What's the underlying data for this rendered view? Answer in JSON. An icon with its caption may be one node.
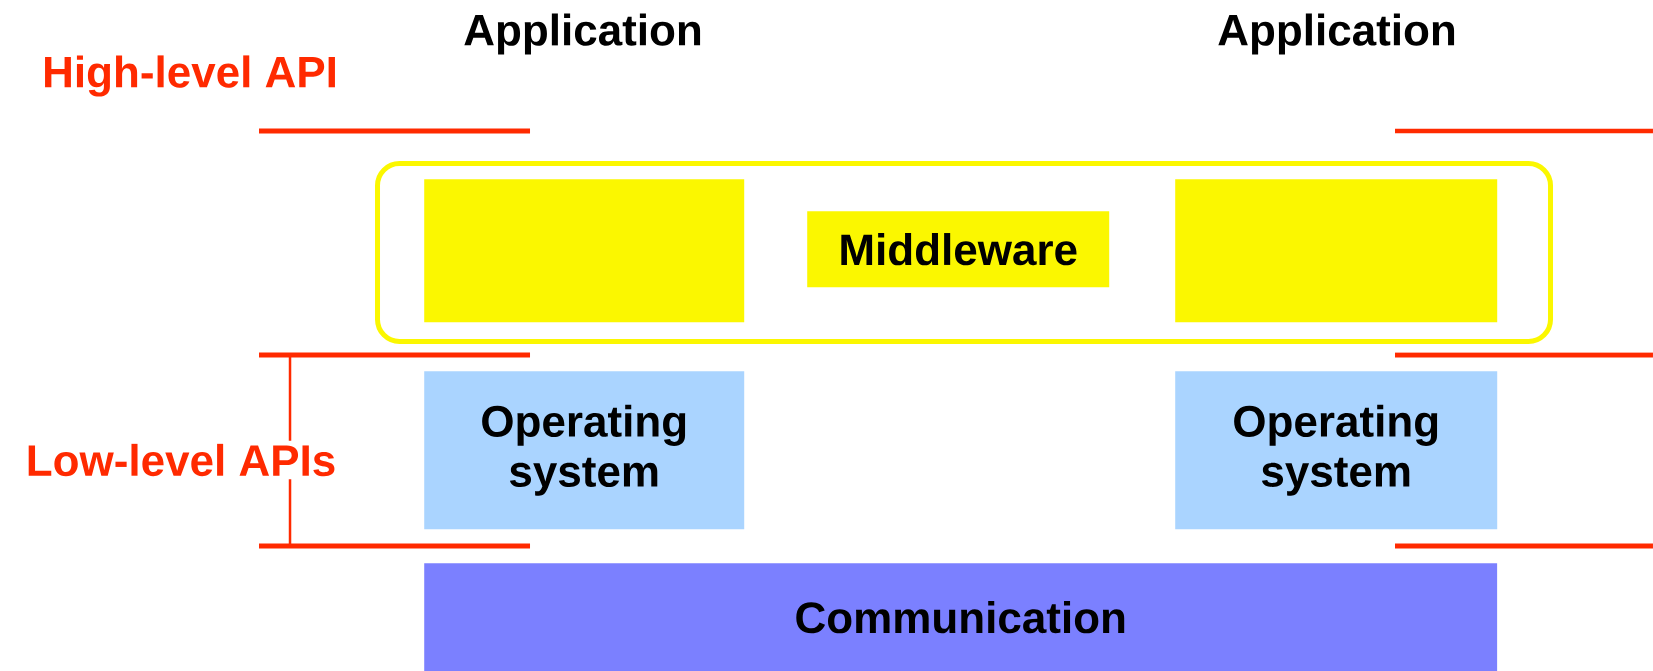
{
  "diagram": {
    "nodes": [
      {
        "text": [],
        "shape": "box"
      },
      {
        "text": [],
        "shape": "box",
        "in": 0
      },
      {
        "text": [
          "Middleware"
        ],
        "in": 0
      },
      {
        "text": [],
        "shape": "box",
        "in": 0
      },
      {
        "text": [
          "Operating system"
        ]
      },
      {
        "text": [
          "Operating system"
        ]
      },
      {
        "text": [
          "Communication"
        ]
      }
    ],
    "labels": [
      "Application",
      "Application",
      "High-level API",
      "Low-level APIs"
    ]
  }
}
